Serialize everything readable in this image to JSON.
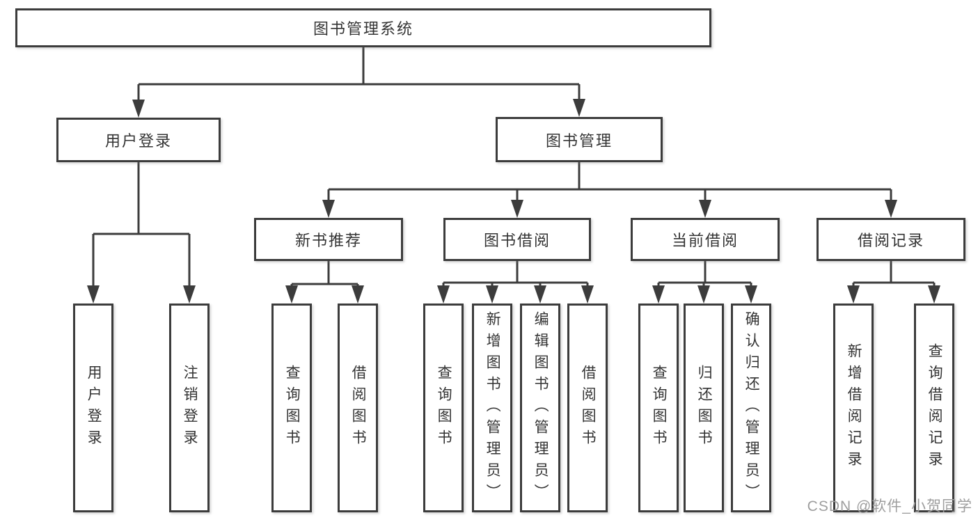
{
  "diagram": {
    "root": "图书管理系统",
    "user_login": {
      "label": "用户登录",
      "children": [
        "用户登录",
        "注销登录"
      ]
    },
    "book_management": {
      "label": "图书管理",
      "sections": [
        {
          "label": "新书推荐",
          "children": [
            "查询图书",
            "借阅图书"
          ]
        },
        {
          "label": "图书借阅",
          "children": [
            "查询图书",
            "新增图书（管理员）",
            "编辑图书（管理员）",
            "借阅图书"
          ]
        },
        {
          "label": "当前借阅",
          "children": [
            "查询图书",
            "归还图书",
            "确认归还（管理员）"
          ]
        },
        {
          "label": "借阅记录",
          "children": [
            "新增借阅记录",
            "查询借阅记录"
          ]
        }
      ]
    }
  },
  "watermark": "CSDN @软件_小贺同学",
  "colors": {
    "line": "#3c3c3c",
    "box_border": "#3c3c3c",
    "text": "#333333",
    "watermark_text": "#9e9e9e",
    "background": "#ffffff"
  }
}
